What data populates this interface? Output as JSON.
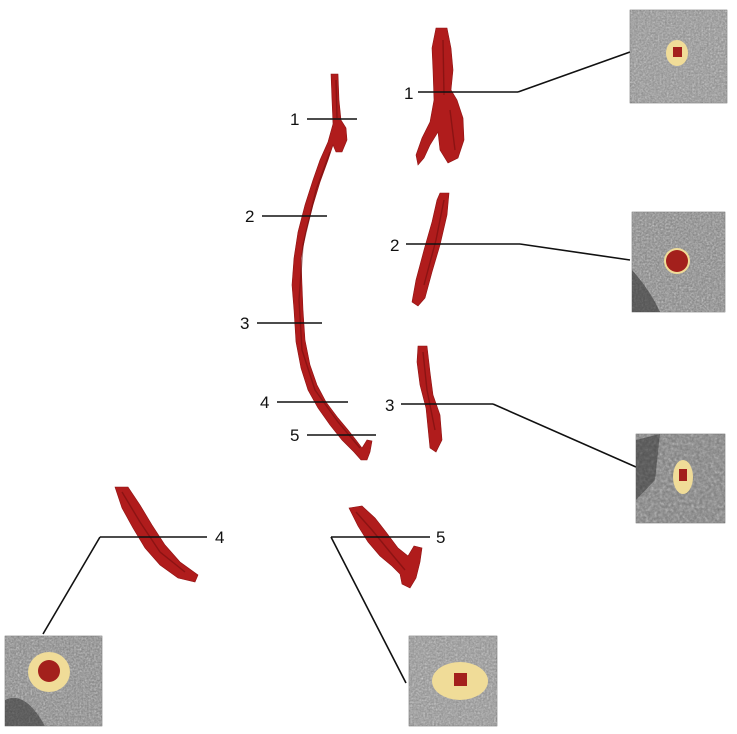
{
  "labels": {
    "main": [
      "1",
      "2",
      "3",
      "4",
      "5"
    ],
    "detail": [
      "1",
      "2",
      "3",
      "4",
      "5"
    ]
  },
  "colors": {
    "artery": "#b01c1c",
    "lumen": "#a3201c",
    "wall": "#f0dc98",
    "line": "#111111"
  }
}
